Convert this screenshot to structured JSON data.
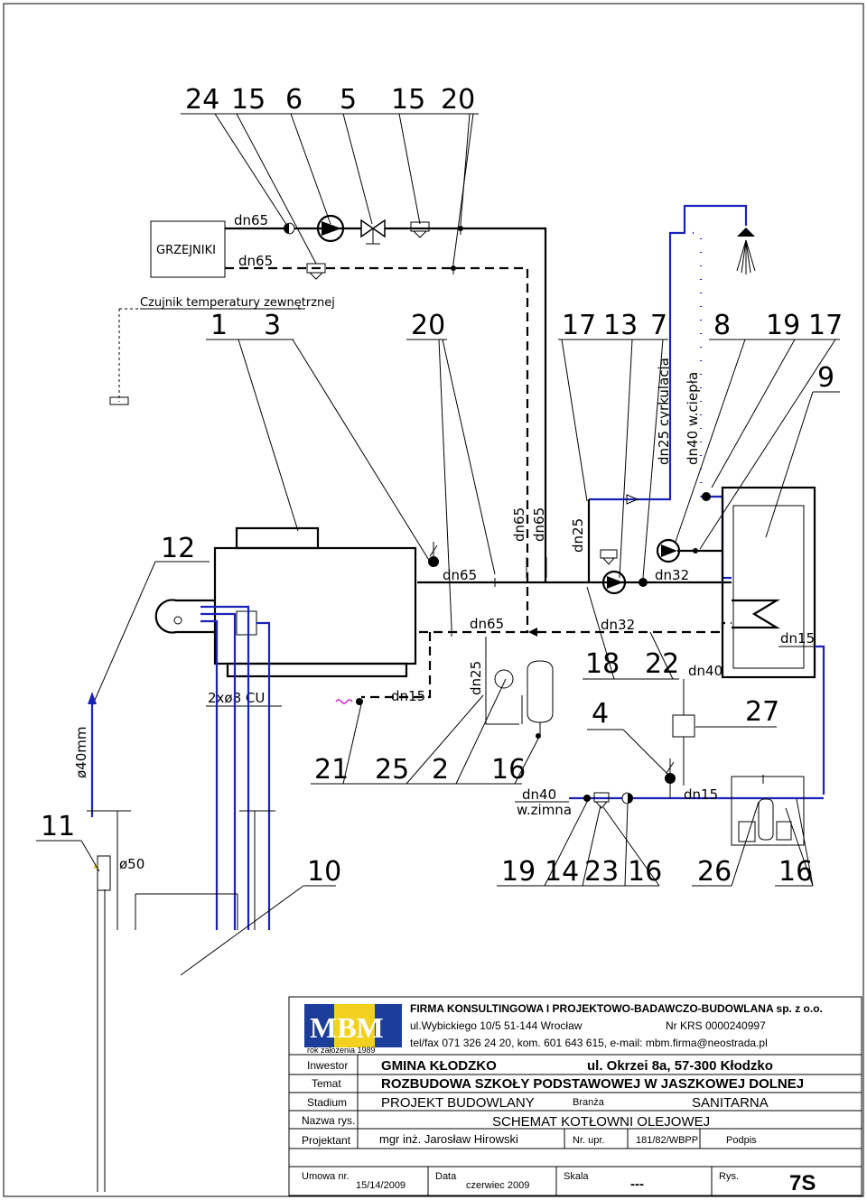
{
  "callouts": {
    "top": [
      "24",
      "15",
      "6",
      "5",
      "15",
      "20"
    ],
    "row2": [
      "1",
      "3",
      "20",
      "17",
      "13",
      "7",
      "8",
      "19",
      "17"
    ],
    "n9": "9",
    "n12": "12",
    "n18": "18",
    "n22": "22",
    "n4": "4",
    "n27": "27",
    "mid": [
      "21",
      "25",
      "2",
      "16"
    ],
    "n11": "11",
    "n10": "10",
    "bottom": [
      "19",
      "14",
      "23",
      "16",
      "26",
      "16"
    ]
  },
  "labels": {
    "grzejniki": "GRZEJNIKI",
    "czujnik": "Czujnik temperatury zewnętrznej",
    "dn65": "dn65",
    "dn32": "dn32",
    "dn40": "dn40",
    "dn25": "dn25",
    "dn15": "dn15",
    "cyrkulacja": "dn25  cyrkulacja",
    "w_ciepla_v": "dn40   w.ciepła",
    "w_zimna": "w.zimna",
    "copper": "2xø8  CU",
    "d40": "ø40mm",
    "d50": "ø50"
  },
  "title_block": {
    "logo": "MBM",
    "founded": "rok założenia 1989",
    "company": "FIRMA KONSULTINGOWA I PROJEKTOWO-BADAWCZO-BUDOWLANA sp. z o.o.",
    "address": "ul.Wybickiego 10/5   51-144 Wrocław",
    "krs": "Nr KRS 0000240997",
    "contact": "tel/fax 071 326 24 20, kom. 601 643 615, e-mail: mbm.firma@neostrada.pl",
    "inwestor_label": "Inwestor",
    "inwestor": "GMINA KŁODZKO",
    "inwestor_addr": "ul. Okrzei 8a, 57-300 Kłodzko",
    "temat_label": "Temat",
    "temat": "ROZBUDOWA SZKOŁY PODSTAWOWEJ W JASZKOWEJ DOLNEJ",
    "stadium_label": "Stadium",
    "stadium": "PROJEKT BUDOWLANY",
    "branza_label": "Branża",
    "branza": "SANITARNA",
    "nazwa_label": "Nazwa rys.",
    "nazwa": "SCHEMAT KOTŁOWNI OLEJOWEJ",
    "projektant_label": "Projektant",
    "projektant": "mgr inż. Jarosław Hirowski",
    "nrupr_label": "Nr. upr.",
    "nrupr": "181/82/WBPP",
    "podpis_label": "Podpis",
    "umowa_label": "Umowa nr.",
    "umowa": "15/14/2009",
    "data_label": "Data",
    "data": "czerwiec 2009",
    "skala_label": "Skala",
    "skala": "---",
    "rys_label": "Rys.",
    "rys": "7S"
  }
}
